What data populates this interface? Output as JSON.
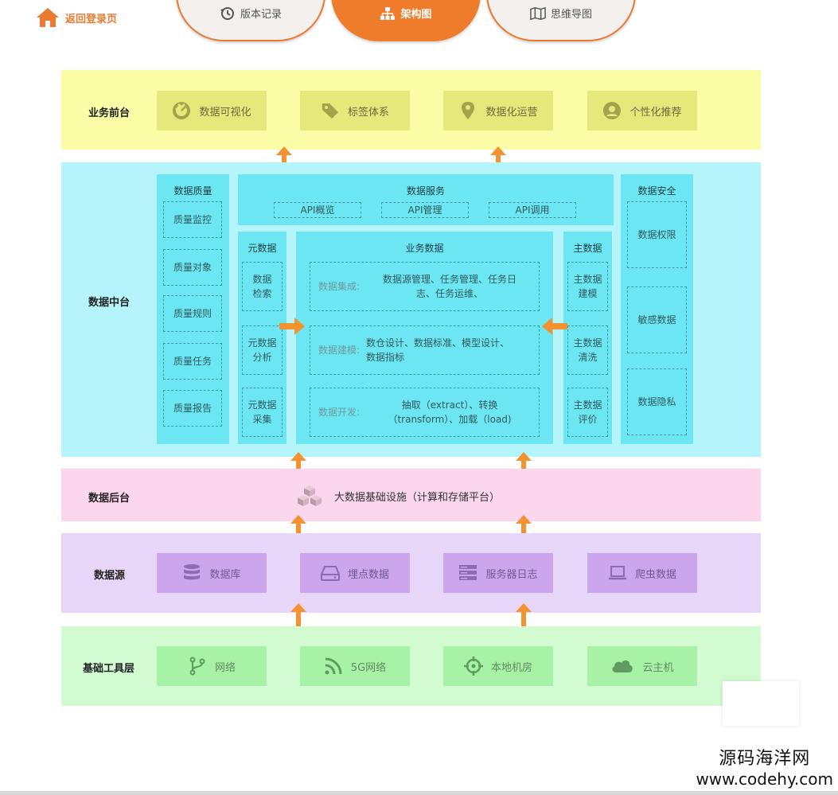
{
  "nav": {
    "back_label": "返回登录页",
    "tabs": [
      {
        "label": "版本记录",
        "icon": "history-icon"
      },
      {
        "label": "架构图",
        "icon": "org-chart-icon"
      },
      {
        "label": "思维导图",
        "icon": "map-icon"
      }
    ]
  },
  "layers": {
    "front": {
      "label": "业务前台",
      "items": [
        {
          "label": "数据可视化",
          "icon": "dashboard-icon"
        },
        {
          "label": "标签体系",
          "icon": "tag-icon"
        },
        {
          "label": "数据化运营",
          "icon": "location-pin-icon"
        },
        {
          "label": "个性化推荐",
          "icon": "user-circle-icon"
        }
      ]
    },
    "middle": {
      "label": "数据中台",
      "quality": {
        "title": "数据质量",
        "items": [
          "质量监控",
          "质量对象",
          "质量规则",
          "质量任务",
          "质量报告"
        ]
      },
      "service": {
        "title": "数据服务",
        "items": [
          "API概览",
          "API管理",
          "API调用"
        ]
      },
      "security": {
        "title": "数据安全",
        "items": [
          "数据权限",
          "敏感数据",
          "数据隐私"
        ]
      },
      "metadata": {
        "title": "元数据",
        "items": [
          {
            "l1": "数据",
            "l2": "检索"
          },
          {
            "l1": "元数据",
            "l2": "分析"
          },
          {
            "l1": "元数据",
            "l2": "采集"
          }
        ]
      },
      "business": {
        "title": "业务数据",
        "items": [
          {
            "label": "数据集成:",
            "l1": "数据源管理、任务管理、任务日",
            "l2": "志、任务运维、"
          },
          {
            "label": "数据建模:",
            "l1": "数仓设计、数据标准、模型设计、",
            "l2": "数据指标"
          },
          {
            "label": "数据开发:",
            "l1": "抽取（extract）、转换",
            "l2": "（transform）、加载（load)"
          }
        ]
      },
      "master": {
        "title": "主数据",
        "items": [
          {
            "l1": "主数据",
            "l2": "建模"
          },
          {
            "l1": "主数据",
            "l2": "清洗"
          },
          {
            "l1": "主数据",
            "l2": "评价"
          }
        ]
      }
    },
    "back": {
      "label": "数据后台",
      "text": "大数据基础设施（计算和存储平台）",
      "icon": "cubes-icon"
    },
    "source": {
      "label": "数据源",
      "items": [
        {
          "label": "数据库",
          "icon": "database-icon"
        },
        {
          "label": "埋点数据",
          "icon": "hard-drive-icon"
        },
        {
          "label": "服务器日志",
          "icon": "server-icon"
        },
        {
          "label": "爬虫数据",
          "icon": "laptop-icon"
        }
      ]
    },
    "infra": {
      "label": "基础工具层",
      "items": [
        {
          "label": "网络",
          "icon": "branch-icon"
        },
        {
          "label": "5G网络",
          "icon": "rss-icon"
        },
        {
          "label": "本地机房",
          "icon": "crosshair-icon"
        },
        {
          "label": "云主机",
          "icon": "cloud-icon"
        }
      ]
    }
  },
  "watermark": {
    "line1": "源码海洋网",
    "line2": "www.codehy.com"
  },
  "colors": {
    "accent": "#ee7c2b",
    "arrow": "#f39231"
  }
}
